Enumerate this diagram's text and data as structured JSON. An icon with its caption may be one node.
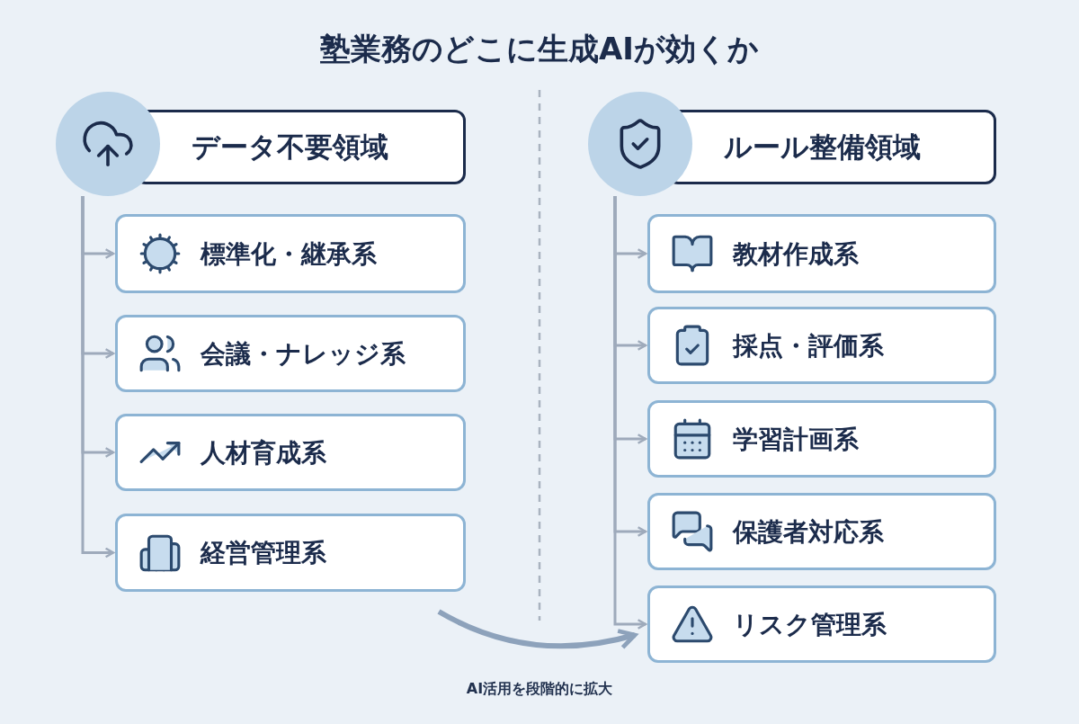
{
  "diagram": {
    "title": "塾業務のどこに生成AIが効くか",
    "nodes": [
      {
        "text": [
          "データ不要領域"
        ]
      },
      {
        "text": [
          "標準化・継承系"
        ]
      },
      {
        "text": [
          "会議・ナレッジ系"
        ]
      },
      {
        "text": [
          "人材育成系"
        ]
      },
      {
        "text": [
          "経営管理系"
        ]
      },
      {
        "text": [
          "ルール整備領域"
        ]
      },
      {
        "text": [
          "教材作成系"
        ]
      },
      {
        "text": [
          "採点・評価系"
        ]
      },
      {
        "text": [
          "学習計画系"
        ]
      },
      {
        "text": [
          "保護者対応系"
        ]
      },
      {
        "text": [
          "リスク管理系"
        ]
      }
    ],
    "edges": [
      {
        "from": 0,
        "to": 1,
        "arrow": "to"
      },
      {
        "from": 0,
        "to": 2,
        "arrow": "to"
      },
      {
        "from": 0,
        "to": 3,
        "arrow": "to"
      },
      {
        "from": 0,
        "to": 4,
        "arrow": "to"
      },
      {
        "from": 5,
        "to": 6,
        "arrow": "to"
      },
      {
        "from": 5,
        "to": 7,
        "arrow": "to"
      },
      {
        "from": 5,
        "to": 8,
        "arrow": "to"
      },
      {
        "from": 5,
        "to": 9,
        "arrow": "to"
      },
      {
        "from": 5,
        "to": 10,
        "arrow": "to"
      },
      {
        "from": null,
        "to": 10,
        "arrow": "to",
        "label": "AI活用を段階的に拡大",
        "style": "thick"
      }
    ]
  }
}
